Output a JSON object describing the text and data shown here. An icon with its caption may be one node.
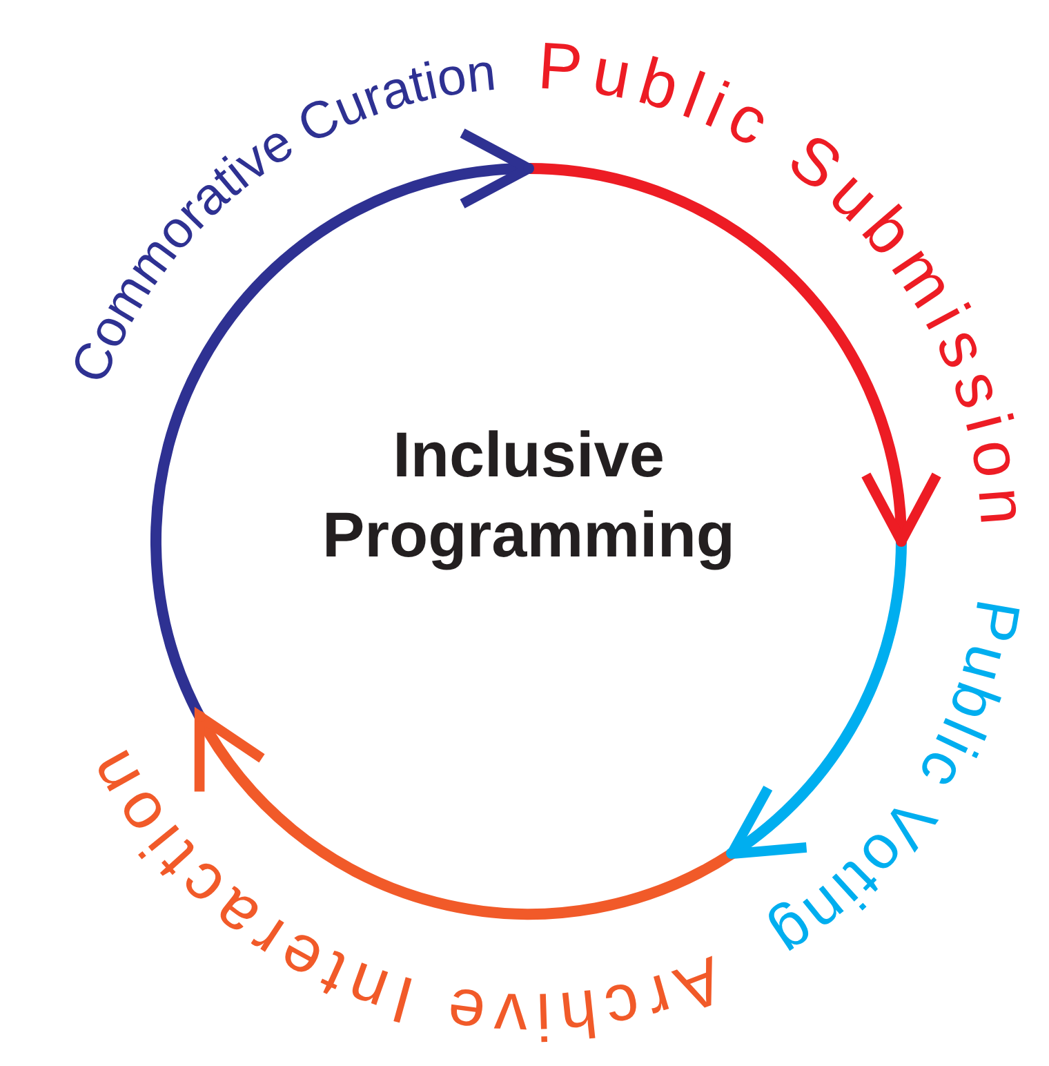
{
  "diagram": {
    "nodes": [
      {
        "text": [],
        "shape": "point"
      },
      {
        "text": [],
        "shape": "point"
      },
      {
        "text": [],
        "shape": "point"
      },
      {
        "text": [],
        "shape": "point"
      }
    ],
    "edges": [
      {
        "from": 2,
        "to": 0,
        "arrow": "to",
        "label": "Commorative Curation",
        "color": "#2e3192"
      },
      {
        "from": 0,
        "to": 1,
        "arrow": "to",
        "label": "Public Submission",
        "color": "#ed1c24"
      },
      {
        "from": 1,
        "to": 3,
        "arrow": "to",
        "label": "Public Voting",
        "color": "#00aeef"
      },
      {
        "from": 3,
        "to": 2,
        "arrow": "to",
        "label": "Archive Interaction",
        "color": "#f15a29"
      }
    ],
    "labels": [
      "Inclusive Programming"
    ]
  }
}
